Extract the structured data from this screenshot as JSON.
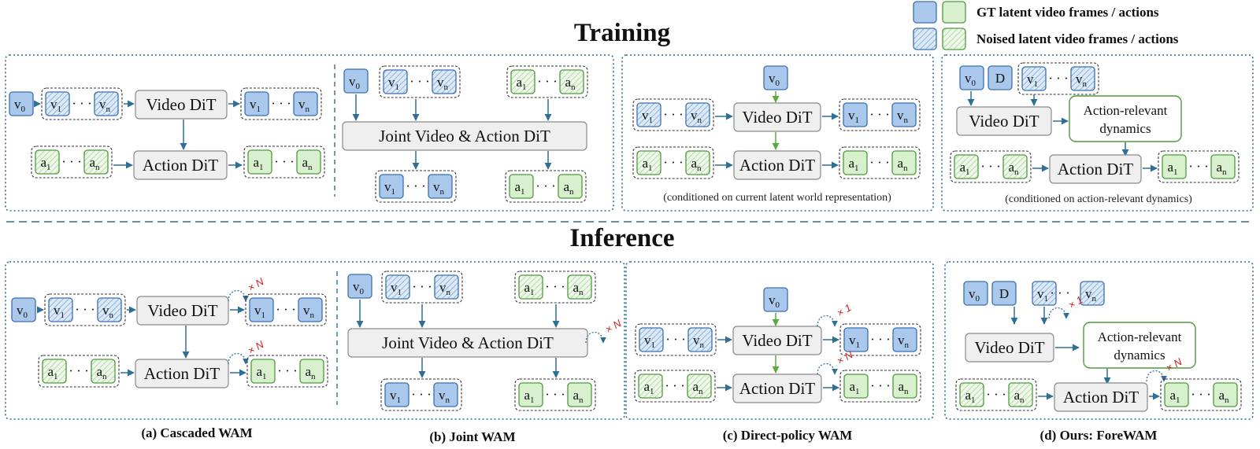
{
  "titles": {
    "training": "Training",
    "inference": "Inference"
  },
  "legend": {
    "gt": "GT latent  video frames / actions",
    "noised": "Noised latent  video frames / actions"
  },
  "labels": {
    "video_dit": "Video DiT",
    "action_dit": "Action DiT",
    "joint_dit": "Joint Video & Action DiT",
    "dynamics_line1": "Action-relevant",
    "dynamics_line2": "dynamics",
    "v": "v",
    "a": "a",
    "sub0": "0",
    "sub1": "1",
    "subn": "n",
    "d_token": "D",
    "dots": "· · ·"
  },
  "notes": {
    "c_note": "(conditioned on current latent world representation)",
    "d_note": "(conditioned on action-relevant dynamics)"
  },
  "repeat": {
    "xN": "× N",
    "x1": "× 1"
  },
  "captions": {
    "a": "(a) Cascaded WAM",
    "b": "(b) Joint WAM",
    "c": "(c) Direct-policy WAM",
    "d": "(d) Ours: ForeWAM"
  },
  "colors": {
    "gt_fill": "#a9c8ec",
    "gt_stroke": "#3b6fae",
    "noised_fill": "#dce9f7",
    "act_fill": "#d9f0cf",
    "act_stroke": "#4e9a3c",
    "noised_act_fill": "#eef7e9",
    "dit_fill": "#efefef",
    "dit_stroke": "#8a8a8a",
    "arrow_blue": "#2f6f95",
    "arrow_green": "#5aaa3e",
    "panel_border": "#2f6f95",
    "repeat_red": "#cc2222"
  }
}
